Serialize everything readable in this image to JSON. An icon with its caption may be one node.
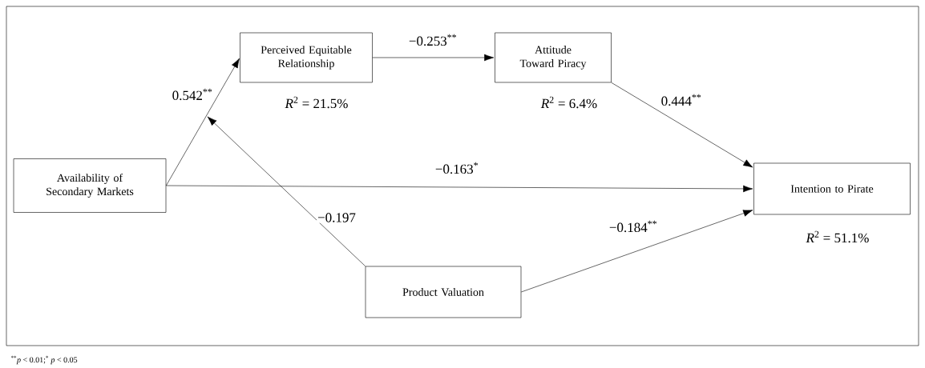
{
  "diagram": {
    "nodes": [
      {
        "text": [
          "Availability of Secondary Markets"
        ]
      },
      {
        "text": [
          "Perceived Equitable Relationship"
        ],
        "beside": [
          "*R*$^{2}$ = 21.5%"
        ]
      },
      {
        "text": [
          "Attitude Toward Piracy"
        ],
        "beside": [
          "*R*$^{2}$ = 6.4%"
        ]
      },
      {
        "text": [
          "Intention to Pirate"
        ],
        "beside": [
          "*R*$^{2}$ = 51.1%"
        ]
      },
      {
        "text": [
          "Product Valuation"
        ]
      }
    ],
    "edges": [
      {
        "from": 0,
        "to": 1,
        "arrow": "to",
        "label": "0.542$^{**}$"
      },
      {
        "from": 1,
        "to": 2,
        "arrow": "to",
        "label": "−0.253$^{**}$"
      },
      {
        "from": 2,
        "to": 3,
        "arrow": "to",
        "label": "0.444$^{**}$"
      },
      {
        "from": 0,
        "to": 3,
        "arrow": "to",
        "label": "−0.163$^{*}$"
      },
      {
        "from": 4,
        "to": 3,
        "arrow": "to",
        "label": "−0.184$^{**}$"
      },
      {
        "from": 4,
        "to": null,
        "arrow": "to",
        "label": "−0.197"
      }
    ],
    "labels": [
      "$^{**}$*p* < 0.01;$^{*}$ *p* < 0.05"
    ]
  }
}
